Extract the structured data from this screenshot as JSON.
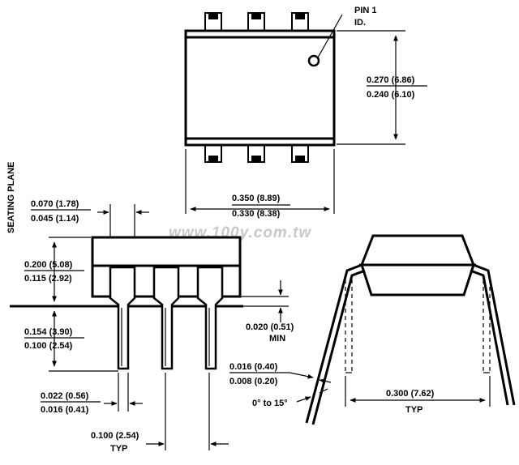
{
  "labels": {
    "pin1_line1": "PIN 1",
    "pin1_line2": "ID.",
    "seating_plane": "SEATING PLANE",
    "watermark": "www.100y.com.tw",
    "typ": "TYP",
    "min": "MIN",
    "angle": "0° to 15°"
  },
  "dimensions": {
    "height_max": "0.270 (6.86)",
    "height_min": "0.240 (6.10)",
    "width_max": "0.350 (8.89)",
    "width_min": "0.330 (8.38)",
    "shoulder_max": "0.070 (1.78)",
    "shoulder_min": "0.045 (1.14)",
    "body_h_max": "0.200 (5.08)",
    "body_h_min": "0.115 (2.92)",
    "lead_len_max": "0.154 (3.90)",
    "lead_len_min": "0.100 (2.54)",
    "standoff": "0.020 (0.51)",
    "lead_w_max": "0.022 (0.56)",
    "lead_w_min": "0.016 (0.41)",
    "pitch": "0.100 (2.54)",
    "thick_max": "0.016 (0.40)",
    "thick_min": "0.008 (0.20)",
    "row_spacing": "0.300 (7.62)"
  }
}
